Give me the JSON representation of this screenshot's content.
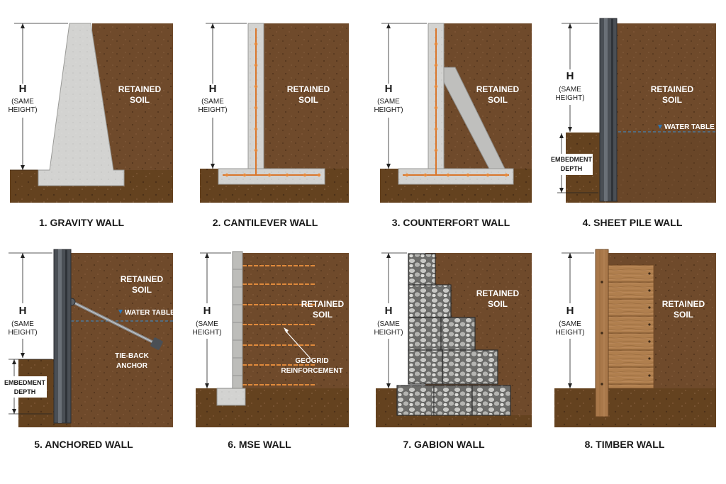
{
  "common": {
    "h": "H",
    "same": "(SAME",
    "height": "HEIGHT)",
    "retained": "RETAINED",
    "soil": "SOIL",
    "water_table": "WATER TABLE",
    "embedment": "EMBEDMENT",
    "depth": "DEPTH"
  },
  "walls": [
    {
      "title": "1. GRAVITY WALL"
    },
    {
      "title": "2. CANTILEVER WALL"
    },
    {
      "title": "3. COUNTERFORT WALL"
    },
    {
      "title": "4. SHEET PILE WALL"
    },
    {
      "title": "5. ANCHORED WALL",
      "note_1": "TIE-BACK",
      "note_2": "ANCHOR"
    },
    {
      "title": "6. MSE WALL",
      "note_1": "GEOGRID",
      "note_2": "REINFORCEMENT"
    },
    {
      "title": "7. GABION WALL"
    },
    {
      "title": "8. TIMBER WALL"
    }
  ],
  "colors": {
    "soil": "#6e4a2a",
    "soil_dark": "#5a3b20",
    "concrete": "#cfcfcf",
    "steel": "#4a4f55",
    "rebar": "#d9762b",
    "timber": "#a9784a",
    "water": "#2a76b8"
  }
}
